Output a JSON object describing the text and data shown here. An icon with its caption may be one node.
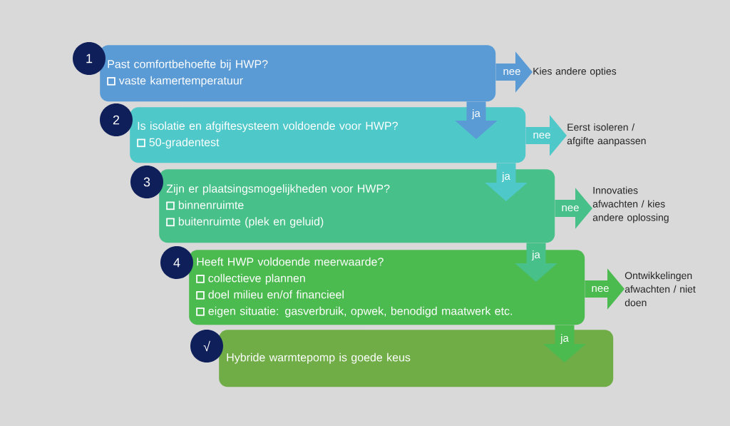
{
  "diagram": {
    "nodes": [
      {
        "text": [
          "1"
        ]
      },
      {
        "text": [
          "Past comfortbehoefte bij HWP?",
          "vaste kamertemperatuur"
        ]
      },
      {
        "text": [
          "Kies andere opties"
        ]
      },
      {
        "text": [
          "2"
        ]
      },
      {
        "text": [
          "Is isolatie en afgiftesysteem voldoende voor HWP?",
          "50-gradentest"
        ]
      },
      {
        "text": [
          "Eerst isoleren / afgifte aanpassen"
        ]
      },
      {
        "text": [
          "3"
        ]
      },
      {
        "text": [
          "Zijn er plaatsingsmogelijkheden voor HWP?",
          "binnenruimte",
          "buitenruimte (plek en geluid)"
        ]
      },
      {
        "text": [
          "Innovaties afwachten / kies andere oplossing"
        ]
      },
      {
        "text": [
          "4"
        ]
      },
      {
        "text": [
          "Heeft HWP voldoende meerwaarde?",
          "collectieve plannen",
          "doel milieu en/of financieel",
          "eigen situatie: gasverbruik, opwek, benodigd maatwerk etc."
        ]
      },
      {
        "text": [
          "Ontwikkelingen afwachten / niet doen"
        ]
      },
      {
        "text": [
          "√"
        ]
      },
      {
        "text": [
          "Hybride warmtepomp is goede keus"
        ]
      }
    ],
    "edges": [
      {
        "from": 1,
        "to": 2,
        "arrow": "to",
        "label": "nee",
        "color": "#5b9bd5"
      },
      {
        "from": 1,
        "to": 4,
        "arrow": "to",
        "label": "ja",
        "color": "#5b9bd5"
      },
      {
        "from": 4,
        "to": 5,
        "arrow": "to",
        "label": "nee",
        "color": "#4fc8ca"
      },
      {
        "from": 4,
        "to": 7,
        "arrow": "to",
        "label": "ja",
        "color": "#4fc8ca"
      },
      {
        "from": 7,
        "to": 8,
        "arrow": "to",
        "label": "nee",
        "color": "#48c08a"
      },
      {
        "from": 7,
        "to": 10,
        "arrow": "to",
        "label": "ja",
        "color": "#48c08a"
      },
      {
        "from": 10,
        "to": 11,
        "arrow": "to",
        "label": "nee",
        "color": "#4bba4f"
      },
      {
        "from": 10,
        "to": 13,
        "arrow": "to",
        "label": "ja",
        "color": "#4bba4f"
      }
    ]
  }
}
